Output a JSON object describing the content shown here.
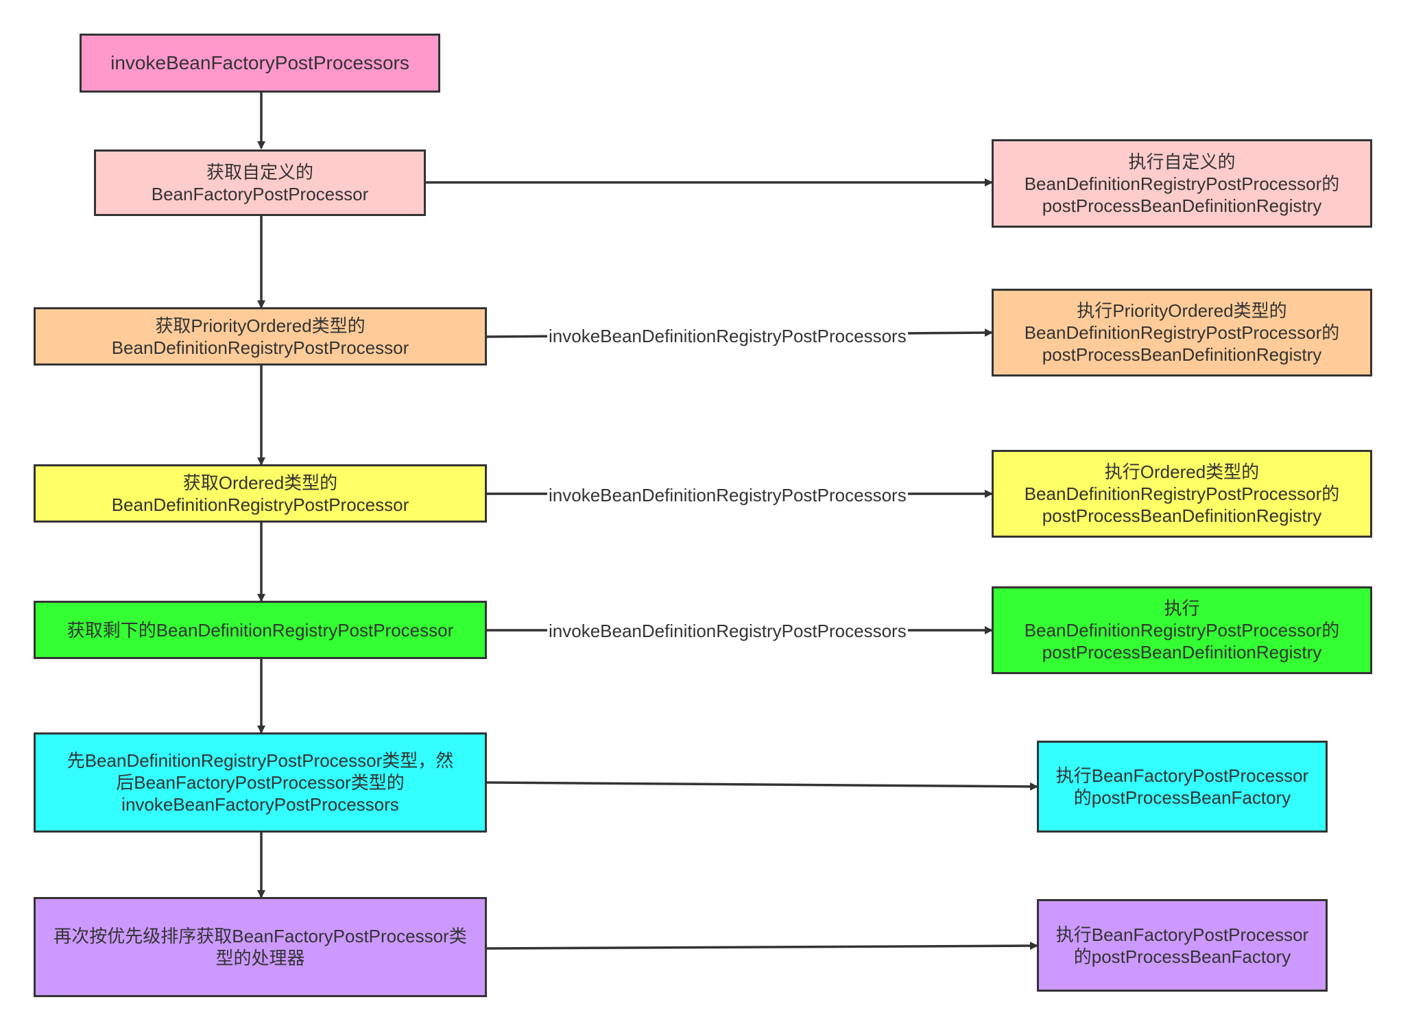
{
  "colors": {
    "stroke": "#333333",
    "text": "#333333",
    "pink": "#ff99cc",
    "light_pink": "#ffcccc",
    "orange": "#ffcc99",
    "yellow": "#ffff66",
    "green": "#33ff33",
    "cyan": "#33ffff",
    "purple": "#cc99ff"
  },
  "nodes": {
    "start": "invokeBeanFactoryPostProcessors",
    "get_custom": "获取自定义的\nBeanFactoryPostProcessor",
    "exec_custom": "执行自定义的\nBeanDefinitionRegistryPostProcessor的\npostProcessBeanDefinitionRegistry",
    "get_priority": "获取PriorityOrdered类型的\nBeanDefinitionRegistryPostProcessor",
    "exec_priority": "执行PriorityOrdered类型的\nBeanDefinitionRegistryPostProcessor的\npostProcessBeanDefinitionRegistry",
    "get_ordered": "获取Ordered类型的\nBeanDefinitionRegistryPostProcessor",
    "exec_ordered": "执行Ordered类型的\nBeanDefinitionRegistryPostProcessor的\npostProcessBeanDefinitionRegistry",
    "get_rest": "获取剩下的BeanDefinitionRegistryPostProcessor",
    "exec_rest": "执行\nBeanDefinitionRegistryPostProcessor的\npostProcessBeanDefinitionRegistry",
    "invoke_both": "先BeanDefinitionRegistryPostProcessor类型，然\n后BeanFactoryPostProcessor类型的\ninvokeBeanFactoryPostProcessors",
    "exec_factory_1": "执行BeanFactoryPostProcessor\n的postProcessBeanFactory",
    "get_sorted": "再次按优先级排序获取BeanFactoryPostProcessor类\n型的处理器",
    "exec_factory_2": "执行BeanFactoryPostProcessor\n的postProcessBeanFactory"
  },
  "edge_labels": {
    "priority": "invokeBeanDefinitionRegistryPostProcessors",
    "ordered": "invokeBeanDefinitionRegistryPostProcessors",
    "rest": "invokeBeanDefinitionRegistryPostProcessors"
  }
}
